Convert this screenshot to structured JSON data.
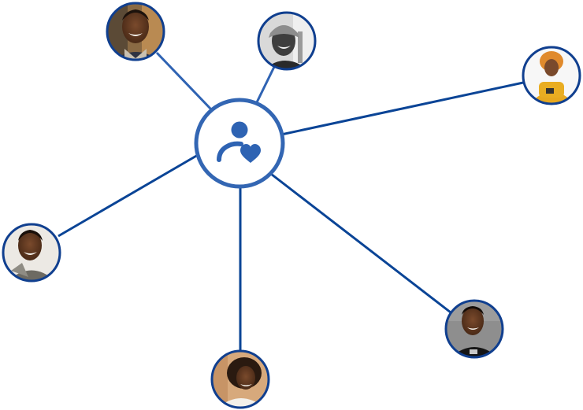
{
  "diagram": {
    "colors": {
      "line": "#0a4496",
      "line_upper": "#2f63b3",
      "hub_ring": "#3366b3",
      "hub_icon": "#2e63b3",
      "node_ring": "#103f8f",
      "background": "#ffffff"
    },
    "hub": {
      "icon": "user-heart-icon"
    },
    "nodes": [
      {
        "id": "smiling-man-striped-shirt",
        "kind": "avatar",
        "tone": "warm-street"
      },
      {
        "id": "laughing-man-bw-cap",
        "kind": "avatar",
        "tone": "grayscale"
      },
      {
        "id": "woman-yellow-sweater-phone",
        "kind": "avatar",
        "tone": "white-studio"
      },
      {
        "id": "smiling-woman-gray-top",
        "kind": "avatar",
        "tone": "light-studio"
      },
      {
        "id": "woman-curly-hair-wall",
        "kind": "avatar",
        "tone": "warm-wall"
      },
      {
        "id": "man-black-tee-gray-bg",
        "kind": "avatar",
        "tone": "gray-studio"
      }
    ]
  }
}
